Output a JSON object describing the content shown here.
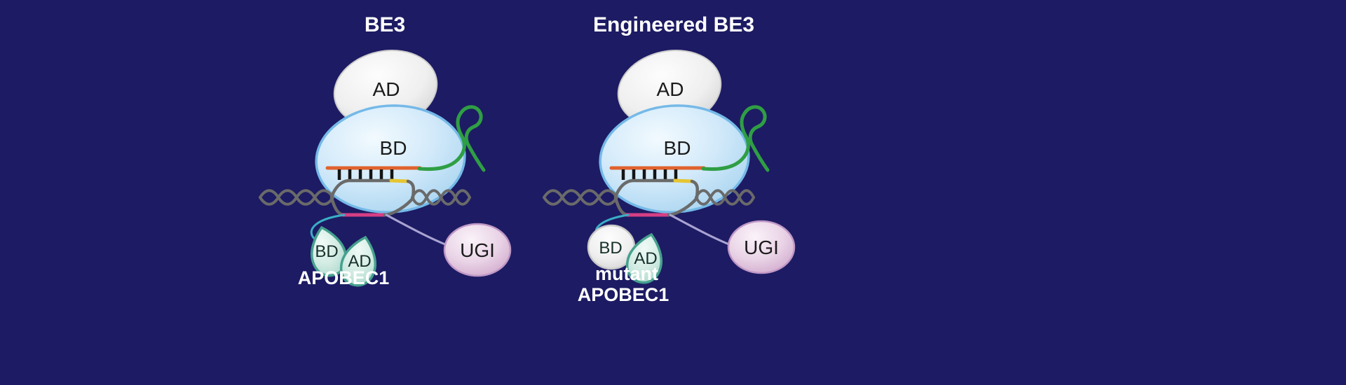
{
  "colors": {
    "background": "#1d1b63",
    "cas9_fill": "#cfe9f9",
    "cas9_stroke": "#74b9e8",
    "ad_fill": "#ececec",
    "sgrna_green": "#2f9e44",
    "spacer_orange": "#e0622d",
    "pam_yellow": "#e6c531",
    "dna_gray": "#6a6a6a",
    "edit_pink": "#d63f86",
    "linker_cyan": "#3aaec6",
    "linker_lavender": "#a9a3d2",
    "apobec_fill": "#cfe9e0",
    "apobec_stroke": "#46a08e",
    "ugi_fill": "#dfc0db",
    "ugi_stroke": "#bf98c6",
    "base_pair_black": "#141414",
    "title_text": "#ffffff",
    "label_text": "#1b1b1b"
  },
  "panels": [
    {
      "title": "BE3",
      "cas9_ad_label": "AD",
      "cas9_bd_label": "BD",
      "apobec_bd_label": "BD",
      "apobec_ad_label": "AD",
      "apobec_name": "APOBEC1",
      "ugi_label": "UGI"
    },
    {
      "title": "Engineered BE3",
      "cas9_ad_label": "AD",
      "cas9_bd_label": "BD",
      "apobec_bd_label": "BD",
      "apobec_ad_label": "AD",
      "apobec_name_line1": "mutant",
      "apobec_name_line2": "APOBEC1",
      "ugi_label": "UGI"
    }
  ]
}
